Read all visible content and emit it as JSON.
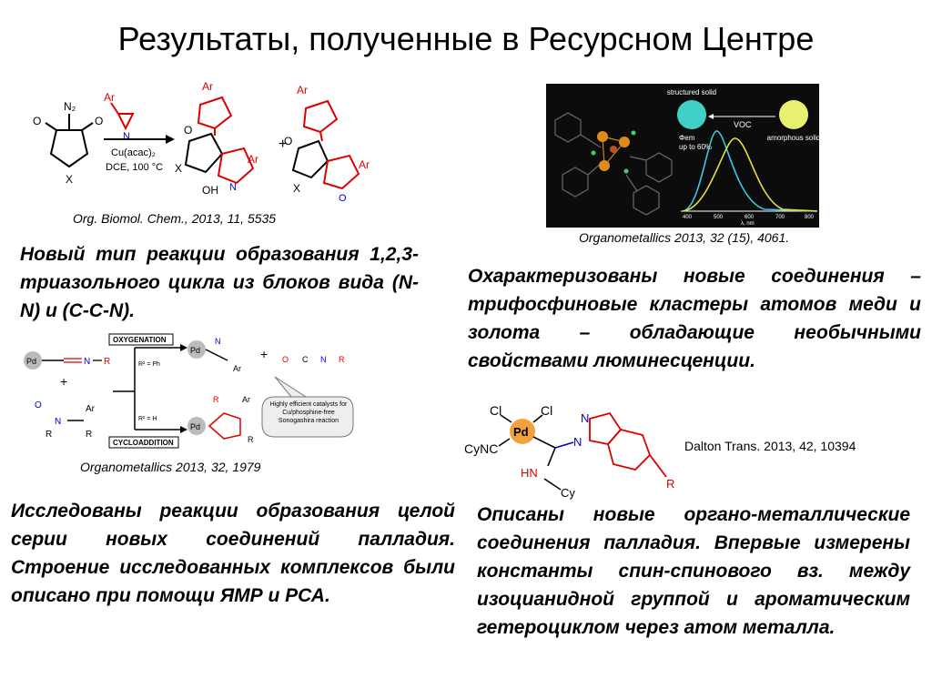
{
  "title": "Результаты, полученные в Ресурсном Центре",
  "sections": [
    {
      "citation": "Org. Biomol. Chem., 2013, 11, 5535",
      "text": "Новый тип реакции образования 1,2,3-триазольного цикла из блоков вида (N-N) и (C-C-N).",
      "scheme": {
        "reagent_top": "Ar",
        "reagent_ring_label": "N",
        "diazo_label": "N₂",
        "conditions_1": "Cu(acac)₂",
        "conditions_2": "DCE, 100 °C",
        "plus": "+",
        "sub_label_o": "O",
        "sub_label_x": "X",
        "product_ar": "Ar",
        "product_oh": "OH",
        "product_n": "N"
      }
    },
    {
      "citation": "Organometallics 2013, 32 (15), 4061.",
      "text": "Охарактеризованы новые соединения – трифосфиновые кластеры атомов меди и золота – обладающие необычными свойствами люминесценции.",
      "figure": {
        "label_structured": "structured solid",
        "label_voc": "VOC",
        "label_amorphous": "amorphous solid",
        "label_phi": "Φem",
        "label_upto": "up to 60%",
        "axis_label": "λ, nm",
        "ticks": [
          "400",
          "500",
          "600",
          "700",
          "800"
        ]
      }
    },
    {
      "citation": "Organometallics 2013, 32, 1979",
      "text": "Исследованы реакции образования целой серии новых соединений палладия. Строение исследованных комплексов были описано при помощи ЯМР и РСА.",
      "scheme": {
        "pd": "Pd",
        "box_oxygenation": "OXYGENATION",
        "box_cycloaddition": "CYCLOADDITION",
        "r2_ph": "R² = Ph",
        "r2_h": "R² = H",
        "bubble": "Highly efficient catalysts for Cu/phosphine-free Sonogashira reaction",
        "label_r": "R",
        "label_ar": "Ar",
        "label_n": "N",
        "label_o": "O",
        "label_c": "C"
      }
    },
    {
      "citation": "Dalton Trans. 2013, 42, 10394",
      "text": "Описаны новые органо-металлические соединения палладия. Впервые измерены константы спин-спинового вз. между изоцианидной группой и ароматическим гетероциклом через атом металла.",
      "scheme": {
        "cl1": "Cl",
        "cl2": "Cl",
        "pd": "Pd",
        "cync": "CyNC",
        "hn": "HN",
        "cy": "Cy",
        "n1": "N",
        "n2": "N",
        "r": "R"
      }
    }
  ]
}
